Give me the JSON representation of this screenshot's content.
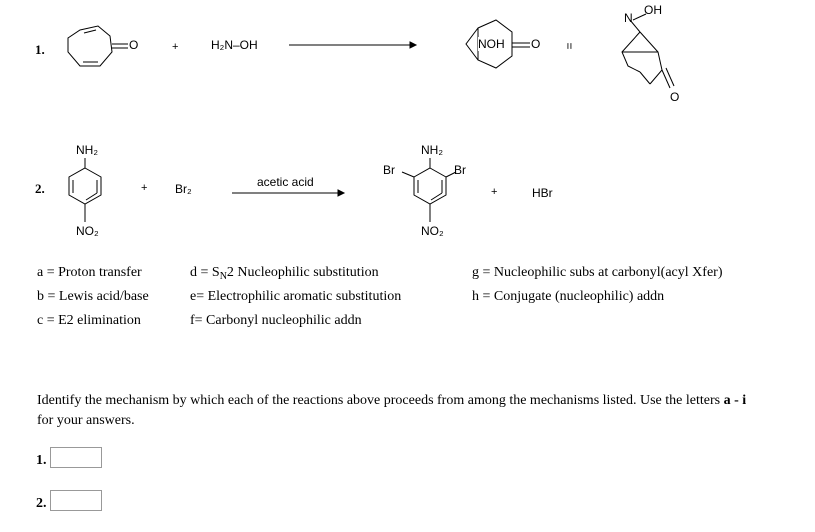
{
  "reaction1": {
    "number": "1.",
    "plus1": "+",
    "reagent": "H₂N–OH",
    "carbonyl_o": "O",
    "bridge_label": "NOH",
    "product_o": "O",
    "equals": "=",
    "n_label": "N",
    "oh_label": "OH",
    "ketone_o": "O"
  },
  "reaction2": {
    "number": "2.",
    "nh2": "NH₂",
    "no2": "NO₂",
    "plus1": "+",
    "reagent": "Br₂",
    "condition": "acetic acid",
    "prod_br_left": "Br",
    "prod_br_right": "Br",
    "prod_nh2": "NH₂",
    "prod_no2": "NO₂",
    "plus2": "+",
    "byproduct": "HBr"
  },
  "mechanisms": {
    "a": "a = Proton transfer",
    "b": "b = Lewis acid/base",
    "c": "c = E2 elimination",
    "d_prefix": "d = S",
    "d_sub": "N",
    "d_suffix": "2 Nucleophilic substitution",
    "e": "e= Electrophilic aromatic substitution",
    "f": "f= Carbonyl nucleophilic addn",
    "g": "g = Nucleophilic subs at carbonyl(acyl Xfer)",
    "h": "h = Conjugate (nucleophilic) addn"
  },
  "instructions": {
    "text": "Identify the mechanism by which each of the reactions above proceeds from among the mechanisms listed. Use the letters",
    "letters": "a - i",
    "tail": "for your answers."
  },
  "answers": [
    {
      "label": "1.",
      "value": ""
    },
    {
      "label": "2.",
      "value": ""
    }
  ]
}
